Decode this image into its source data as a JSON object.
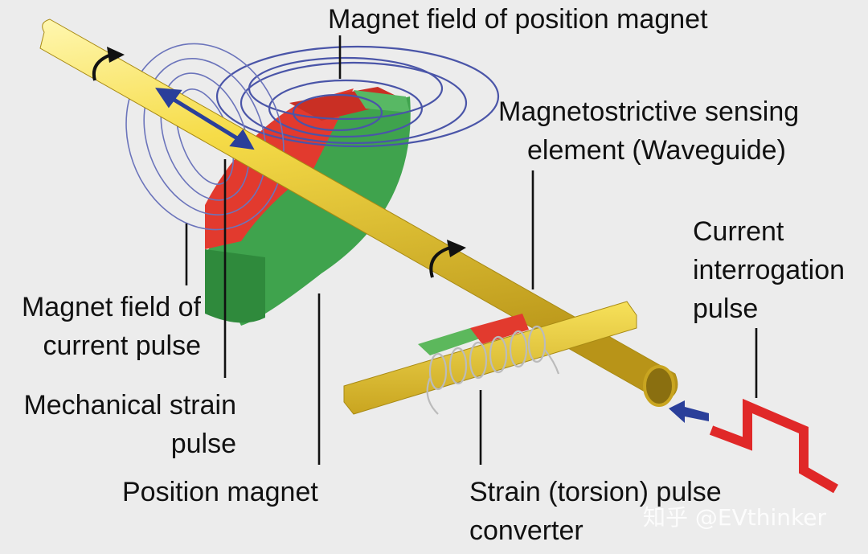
{
  "labels": {
    "magnet_field_position": "Magnet field of position magnet",
    "sensing_element": [
      "Magnetostrictive sensing",
      "element (Waveguide)"
    ],
    "current_interrogation": [
      "Current",
      "interrogation",
      "pulse"
    ],
    "magnet_field_current": [
      "Magnet field of",
      "current pulse"
    ],
    "mechanical_strain": [
      "Mechanical strain",
      "pulse"
    ],
    "position_magnet": "Position magnet",
    "strain_converter": [
      "Strain (torsion) pulse",
      "converter"
    ]
  },
  "watermark": "知乎 @EVthinker",
  "colors": {
    "background": "#ececec",
    "waveguide": "#f2d640",
    "magnet_red": "#e23a2e",
    "magnet_green": "#3fa34d",
    "field_lines": "#4a55a8",
    "pulse": "#e02828",
    "arrow": "#2a3f9a"
  }
}
